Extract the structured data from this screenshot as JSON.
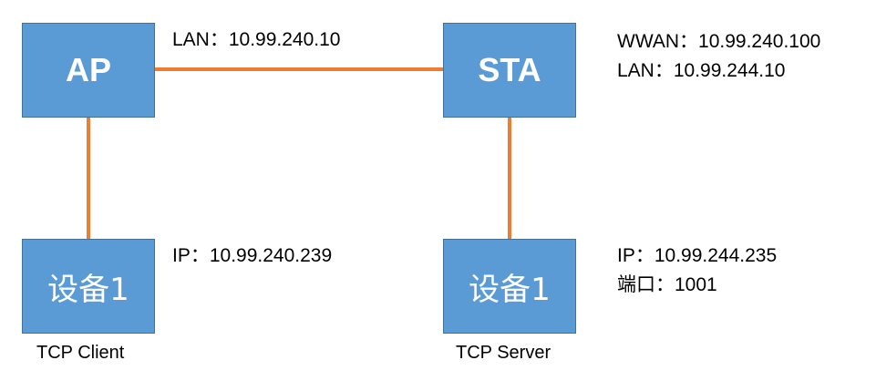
{
  "nodes": {
    "ap": {
      "label": "AP"
    },
    "sta": {
      "label": "STA"
    },
    "client_device": {
      "label": "设备1",
      "caption": "TCP Client"
    },
    "server_device": {
      "label": "设备1",
      "caption": "TCP Server"
    }
  },
  "annotations": {
    "ap_lan": "LAN：10.99.240.10",
    "sta_wwan": "WWAN：10.99.240.100",
    "sta_lan": "LAN：10.99.244.10",
    "client_ip": "IP：10.99.240.239",
    "server_ip": "IP：10.99.244.235",
    "server_port": "端口：1001"
  },
  "colors": {
    "node_fill": "#5B9BD5",
    "node_border": "#41719C",
    "link": "#ED7D31",
    "node_text": "#FFFFFF"
  }
}
